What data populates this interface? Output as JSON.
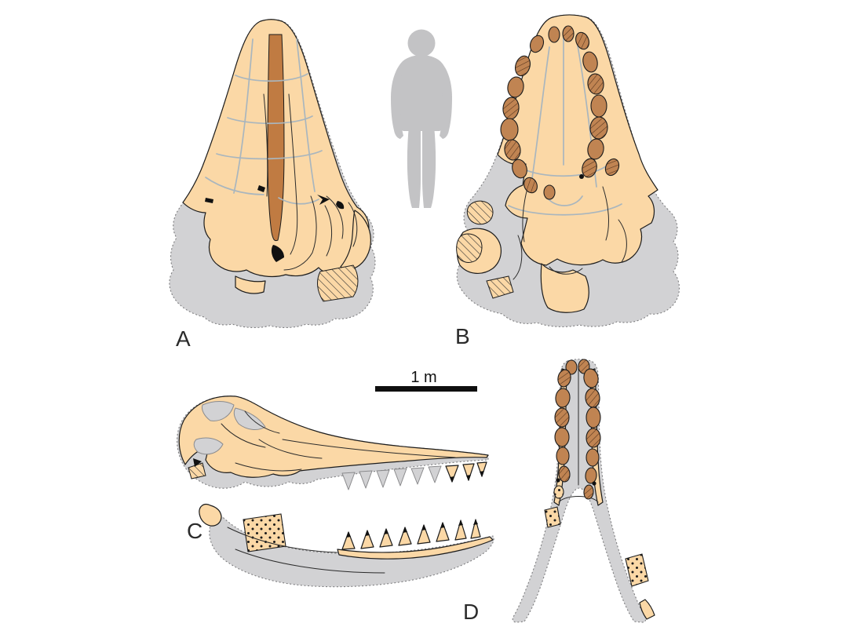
{
  "figure": {
    "type": "fossil-skull-anatomical-figure",
    "panels": {
      "a": {
        "label": "A",
        "view": "skull-dorsal-view"
      },
      "b": {
        "label": "B",
        "view": "skull-ventral-view"
      },
      "c": {
        "label": "C",
        "view": "skull-and-mandible-lateral-view"
      },
      "d": {
        "label": "D",
        "view": "mandibles-dorsal-view"
      }
    },
    "scale_bar": {
      "label": "1 m"
    },
    "legend_icons": [
      "human-silhouette-icon"
    ],
    "colors": {
      "background": "#ffffff",
      "bone": "#FBD8A6",
      "reconstruction_gray": "#D2D2D4",
      "tooth_brown": "#C08452",
      "mesorostral_brown": "#C07B42",
      "human_silhouette": "#C3C3C5",
      "suture_line": "#A9B6BE",
      "outline_dark": "#1C1C1C",
      "label_text": "#2B2B2B",
      "scalebar_black": "#0F0F0F"
    }
  }
}
